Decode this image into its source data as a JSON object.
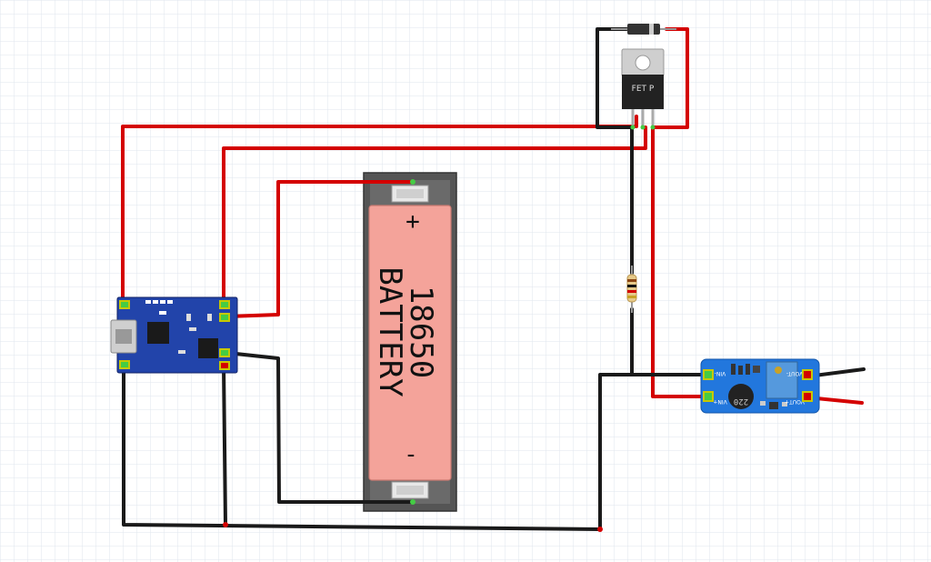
{
  "battery": {
    "plus": "+",
    "minus": "-",
    "model": "18650",
    "label": "BATTERY"
  },
  "mosfet": {
    "marking": "FET P"
  },
  "boost": {
    "vin_minus": "VIN-",
    "vin_plus": "VIN+",
    "vout_minus": "VOUT-",
    "vout_plus": "VOUT+",
    "inductor": "220"
  },
  "colors": {
    "wire_red": "#d40000",
    "wire_black": "#1a1a1a",
    "pcb_blue": "#2244aa",
    "boost_blue": "#2277dd",
    "battery_body": "#f4a39a",
    "holder_gray": "#555555",
    "grid": "#dfe6ee"
  }
}
